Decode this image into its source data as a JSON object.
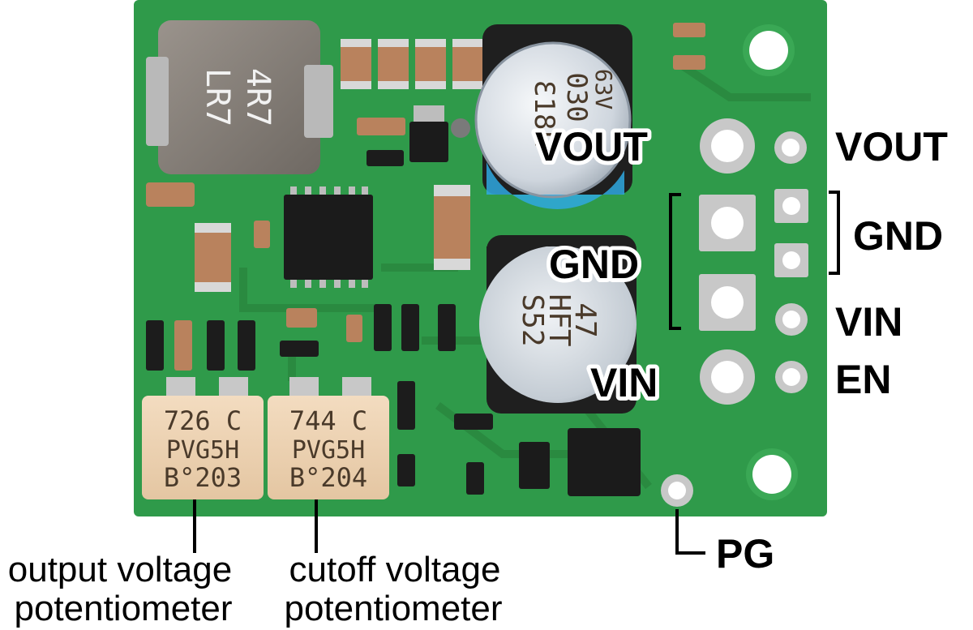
{
  "board": {
    "pcb_color": "#2f9a4a",
    "trace_color": "#2a8a40",
    "pad_color": "#c8c8c8"
  },
  "pin_labels": {
    "vout_left": "VOUT",
    "vout_right": "VOUT",
    "gnd_left": "GND",
    "gnd_right": "GND",
    "vin_left": "VIN",
    "vin_right": "VIN",
    "en": "EN",
    "pg": "PG"
  },
  "callouts": {
    "output_pot_line1": "output voltage",
    "output_pot_line2": "potentiometer",
    "cutoff_pot_line1": "cutoff voltage",
    "cutoff_pot_line2": "potentiometer"
  },
  "component_markings": {
    "pot1": [
      "726 C",
      "PVG5H",
      "B°203"
    ],
    "pot2": [
      "744 C",
      "PVG5H",
      "B°204"
    ],
    "cap_top": [
      "Ɛ18L",
      "030",
      "63V"
    ],
    "cap_bottom": [
      "47",
      "HFT",
      "S52"
    ],
    "inductor": [
      "4R7",
      "LR7"
    ]
  }
}
